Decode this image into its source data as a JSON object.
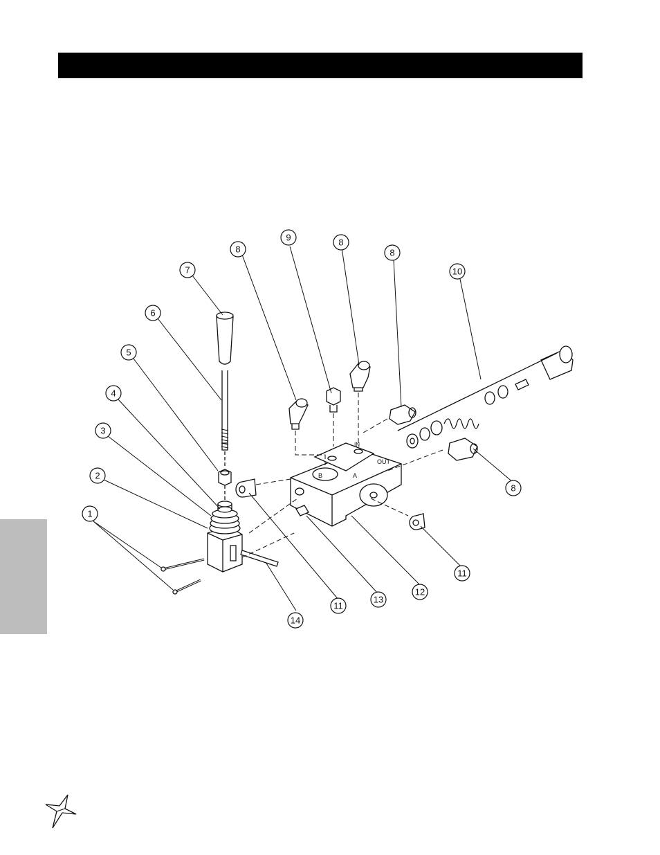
{
  "header": {
    "title": ""
  },
  "diagram": {
    "callouts": [
      {
        "id": "c1",
        "label": "1"
      },
      {
        "id": "c2",
        "label": "2"
      },
      {
        "id": "c3",
        "label": "3"
      },
      {
        "id": "c4",
        "label": "4"
      },
      {
        "id": "c5",
        "label": "5"
      },
      {
        "id": "c6",
        "label": "6"
      },
      {
        "id": "c7",
        "label": "7"
      },
      {
        "id": "c8a",
        "label": "8"
      },
      {
        "id": "c9",
        "label": "9"
      },
      {
        "id": "c8b",
        "label": "8"
      },
      {
        "id": "c8c",
        "label": "8"
      },
      {
        "id": "c10",
        "label": "10"
      },
      {
        "id": "c8d",
        "label": "8"
      },
      {
        "id": "c11a",
        "label": "11"
      },
      {
        "id": "c11b",
        "label": "11"
      },
      {
        "id": "c12",
        "label": "12"
      },
      {
        "id": "c13",
        "label": "13"
      },
      {
        "id": "c14",
        "label": "14"
      }
    ],
    "port_labels": {
      "in": "IN",
      "out": "OUT",
      "a": "A",
      "b": "B"
    }
  },
  "colors": {
    "ink": "#111111",
    "tab": "#bdbdbd",
    "bar": "#000000"
  },
  "logo": {
    "icon": "star-burst-logo-icon"
  }
}
